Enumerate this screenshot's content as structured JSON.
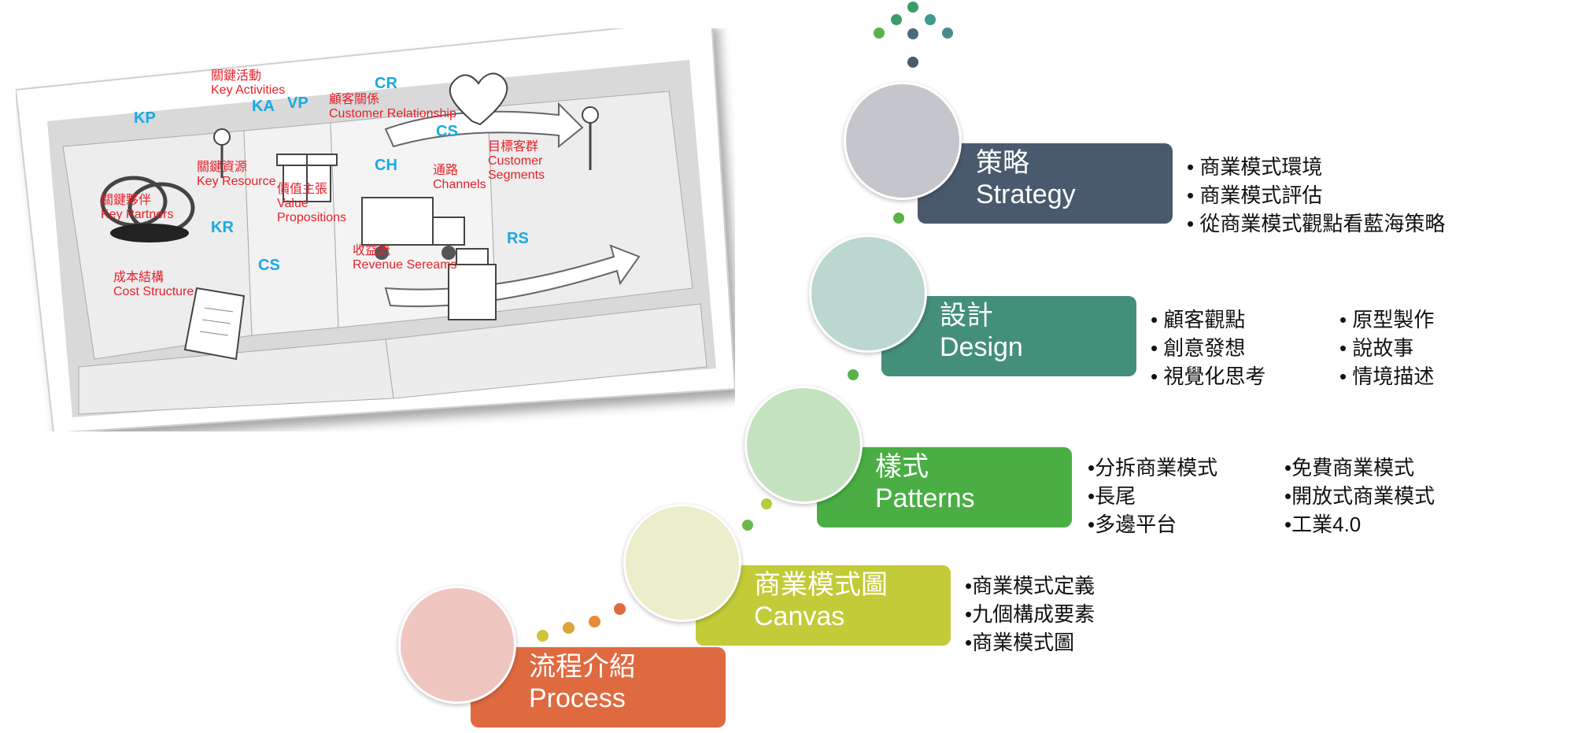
{
  "canvas_card": {
    "cells": [
      {
        "abbr": "KP",
        "zh": "關鍵夥伴",
        "en": "Key Partners"
      },
      {
        "abbr": "KA",
        "zh": "關鍵活動",
        "en": "Key Activities"
      },
      {
        "abbr": "KR",
        "zh": "關鍵資源",
        "en": "Key Resource"
      },
      {
        "abbr": "VP",
        "zh": "價值主張",
        "en": "Value",
        "en2": "Propositions"
      },
      {
        "abbr": "CR",
        "zh": "顧客關係",
        "en": "Customer Relationship"
      },
      {
        "abbr": "CH",
        "zh": "通路",
        "en": "Channels"
      },
      {
        "abbr": "CS",
        "zh": "目標客群",
        "en": "Customer",
        "en2": "Segments"
      },
      {
        "abbr": "CS",
        "zh": "成本結構",
        "en": "Cost Structure"
      },
      {
        "abbr": "RS",
        "zh": "收益流",
        "en": "Revenue Sereams"
      }
    ]
  },
  "colors": {
    "strategy": "#4a5a6e",
    "design": "#448f7a",
    "patterns": "#4aae44",
    "canvas": "#c2cb38",
    "process": "#e06a40"
  },
  "steps": [
    {
      "zh": "策略",
      "en": "Strategy",
      "columns": [
        [
          "• 商業模式環境",
          "• 商業模式評估",
          "• 從商業模式觀點看藍海策略"
        ]
      ]
    },
    {
      "zh": "設計",
      "en": "Design",
      "columns": [
        [
          "• 顧客觀點",
          "• 創意發想",
          "• 視覺化思考"
        ],
        [
          "• 原型製作",
          "• 說故事",
          "• 情境描述"
        ]
      ]
    },
    {
      "zh": "樣式",
      "en": "Patterns",
      "columns": [
        [
          "•分拆商業模式",
          "•長尾",
          "•多邊平台"
        ],
        [
          "•免費商業模式",
          "•開放式商業模式",
          "•工業4.0"
        ]
      ]
    },
    {
      "zh": "商業模式圖",
      "en": "Canvas",
      "columns": [
        [
          "•商業模式定義",
          "•九個構成要素",
          "•商業模式圖"
        ]
      ]
    },
    {
      "zh": "流程介紹",
      "en": "Process",
      "columns": []
    }
  ]
}
